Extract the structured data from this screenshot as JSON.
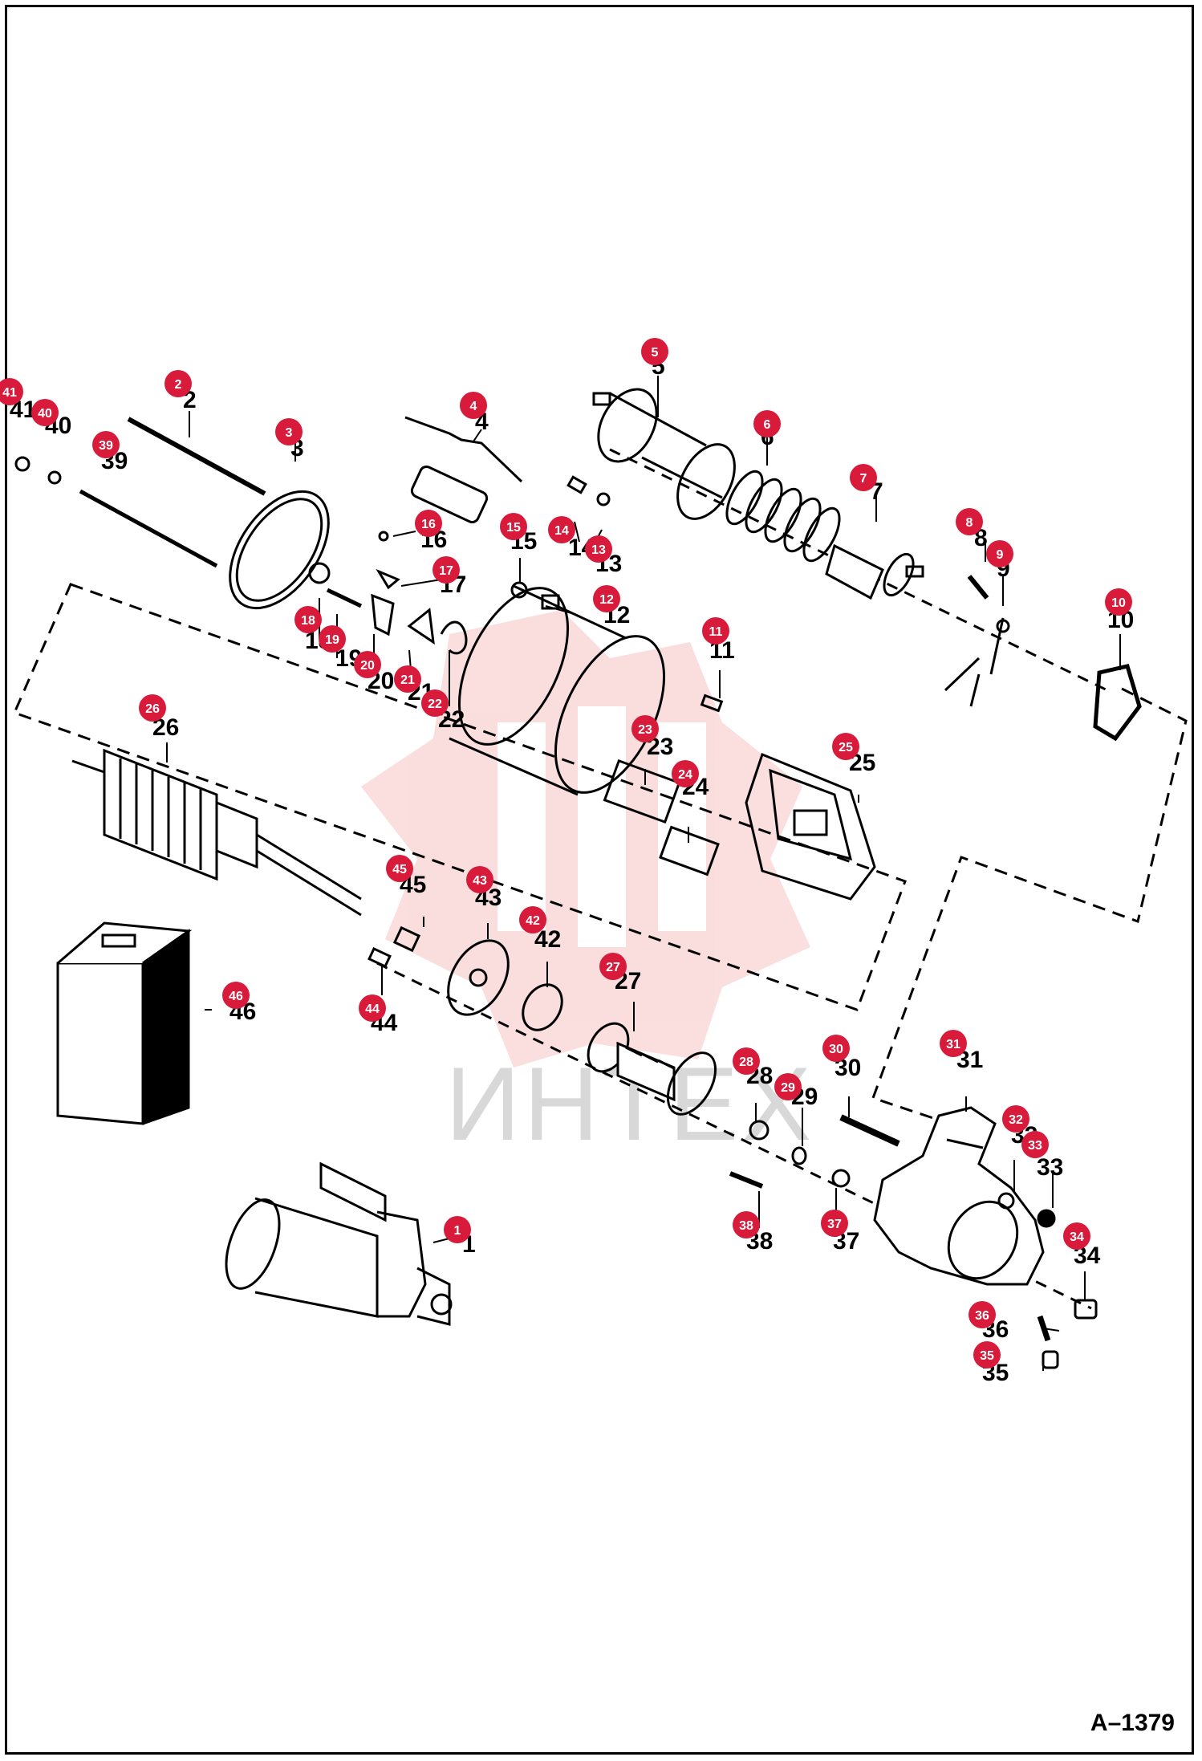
{
  "figure_id": "A–1379",
  "watermark_text": "ИНТЕХ",
  "accent_color": "#d81b3a",
  "line_color": "#000000",
  "callouts": [
    {
      "n": "1",
      "label": "1"
    },
    {
      "n": "2",
      "label": "2"
    },
    {
      "n": "3",
      "label": "3"
    },
    {
      "n": "4",
      "label": "4"
    },
    {
      "n": "5",
      "label": "5"
    },
    {
      "n": "6",
      "label": "6"
    },
    {
      "n": "7",
      "label": "7"
    },
    {
      "n": "8",
      "label": "8"
    },
    {
      "n": "9",
      "label": "9"
    },
    {
      "n": "10",
      "label": "10"
    },
    {
      "n": "11",
      "label": "11"
    },
    {
      "n": "12",
      "label": "12"
    },
    {
      "n": "13",
      "label": "13"
    },
    {
      "n": "14",
      "label": "14"
    },
    {
      "n": "15",
      "label": "15"
    },
    {
      "n": "16",
      "label": "16"
    },
    {
      "n": "17",
      "label": "17"
    },
    {
      "n": "18",
      "label": "18"
    },
    {
      "n": "19",
      "label": "19"
    },
    {
      "n": "20",
      "label": "20"
    },
    {
      "n": "21",
      "label": "21"
    },
    {
      "n": "22",
      "label": "22"
    },
    {
      "n": "23",
      "label": "23"
    },
    {
      "n": "24",
      "label": "24"
    },
    {
      "n": "25",
      "label": "25"
    },
    {
      "n": "26",
      "label": "26"
    },
    {
      "n": "27",
      "label": "27"
    },
    {
      "n": "28",
      "label": "28"
    },
    {
      "n": "29",
      "label": "29"
    },
    {
      "n": "30",
      "label": "30"
    },
    {
      "n": "31",
      "label": "31"
    },
    {
      "n": "32",
      "label": "32"
    },
    {
      "n": "33",
      "label": "33"
    },
    {
      "n": "34",
      "label": "34"
    },
    {
      "n": "35",
      "label": "35"
    },
    {
      "n": "36",
      "label": "36"
    },
    {
      "n": "37",
      "label": "37"
    },
    {
      "n": "38",
      "label": "38"
    },
    {
      "n": "39",
      "label": "39"
    },
    {
      "n": "40",
      "label": "40"
    },
    {
      "n": "41",
      "label": "41"
    },
    {
      "n": "42",
      "label": "42"
    },
    {
      "n": "43",
      "label": "43"
    },
    {
      "n": "44",
      "label": "44"
    },
    {
      "n": "45",
      "label": "45"
    },
    {
      "n": "46",
      "label": "46"
    }
  ]
}
